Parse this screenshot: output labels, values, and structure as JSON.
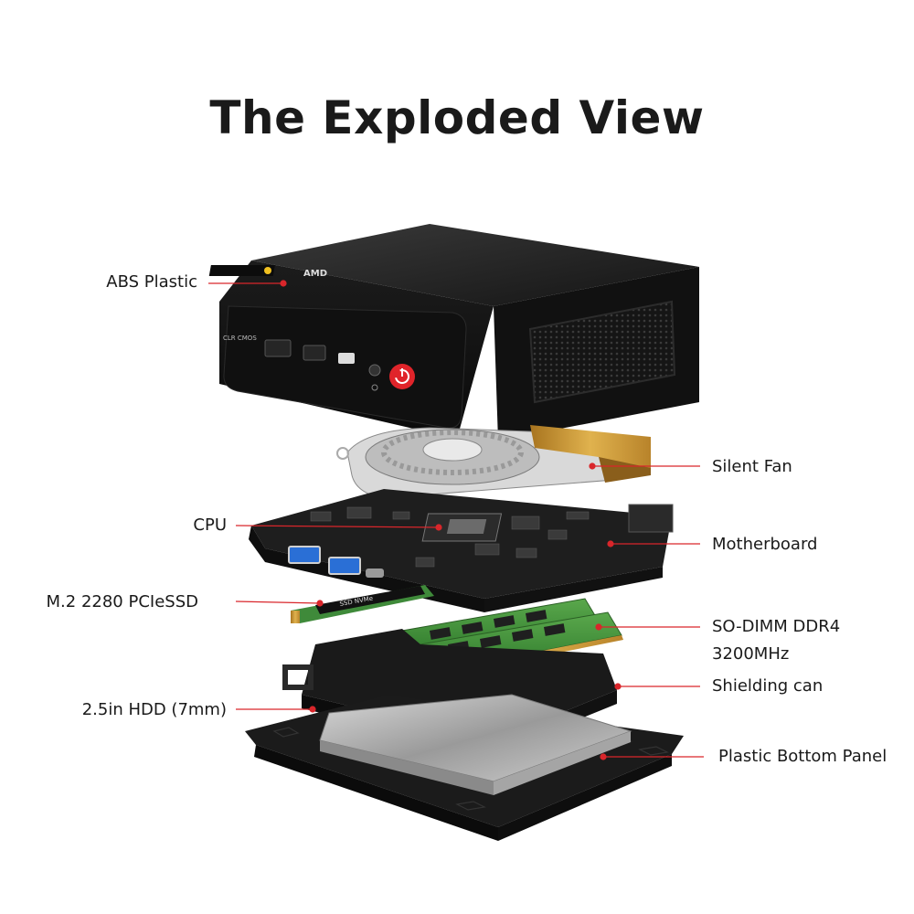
{
  "title": "The Exploded View",
  "device": {
    "front_label": "CLR CMOS",
    "brand_text": "AMD",
    "ssd_text": "SSD NVMe"
  },
  "labels": {
    "abs_plastic": "ABS Plastic",
    "cpu": "CPU",
    "ssd": "M.2 2280 PCIeSSD",
    "hdd": "2.5in HDD (7mm)",
    "fan": "Silent Fan",
    "motherboard": "Motherboard",
    "ram_line1": "SO-DIMM DDR4",
    "ram_line2": "3200MHz",
    "shielding": "Shielding can",
    "bottom_panel": "Plastic Bottom Panel"
  },
  "colors": {
    "leader_line": "#d9262b",
    "power_button": "#e0242a",
    "usb_blue": "#2a6fd6",
    "gold": "#c89432",
    "pcb_green": "#3f8a3a"
  }
}
